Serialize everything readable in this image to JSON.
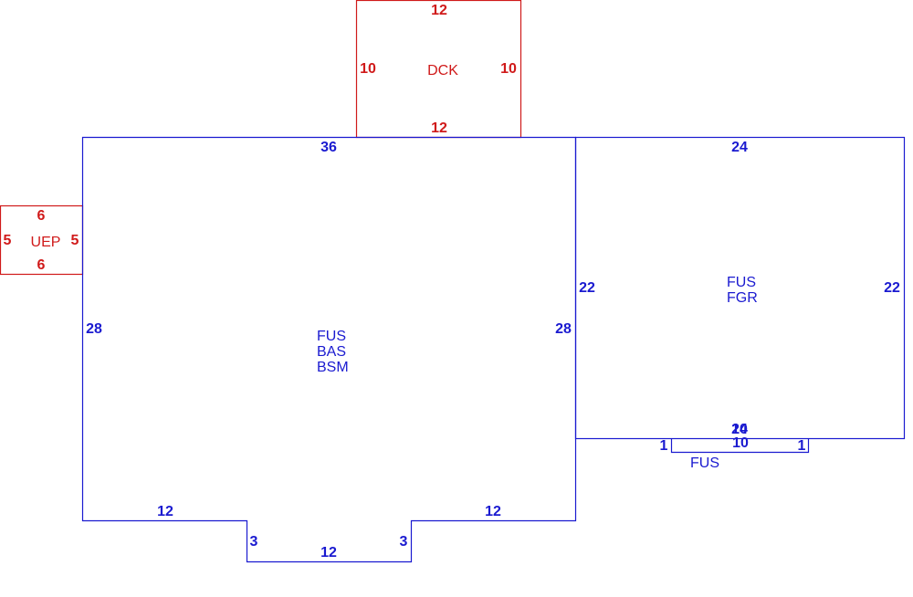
{
  "colors": {
    "main": "#1a1ad0",
    "secondary": "#d01a1a"
  },
  "deck": {
    "label": "DCK",
    "top": "12",
    "left": "10",
    "right": "10",
    "bottom": "12"
  },
  "porch": {
    "label": "UEP",
    "top": "6",
    "left": "5",
    "right": "5",
    "bottom": "6"
  },
  "house": {
    "label_lines": [
      "FUS",
      "BAS",
      "BSM"
    ],
    "top": "36",
    "left": "28",
    "right": "28",
    "bottom_left": "12",
    "bottom_right": "12",
    "notch_left": "3",
    "notch_right": "3",
    "notch_bottom": "12"
  },
  "garage": {
    "label_lines": [
      "FUS",
      "FGR"
    ],
    "top": "24",
    "left": "22",
    "right": "22",
    "bottom_a": "24",
    "bottom_b": "10"
  },
  "bay": {
    "label": "FUS",
    "top": "10",
    "left": "1",
    "right": "1"
  }
}
